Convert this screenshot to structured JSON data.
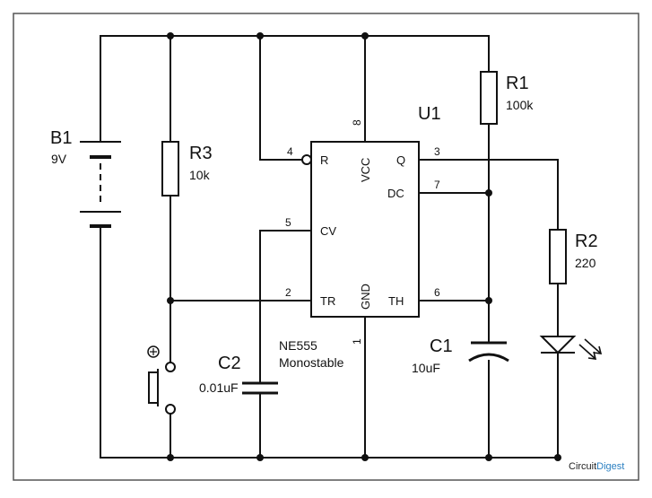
{
  "battery": {
    "ref": "B1",
    "value": "9V"
  },
  "ic": {
    "ref": "U1",
    "part": "NE555",
    "mode": "Monostable",
    "pins": {
      "reset": {
        "num": "4",
        "name": "R"
      },
      "vcc": {
        "num": "8",
        "name": "VCC"
      },
      "q": {
        "num": "3",
        "name": "Q"
      },
      "dc": {
        "num": "7",
        "name": "DC"
      },
      "cv": {
        "num": "5",
        "name": "CV"
      },
      "tr": {
        "num": "2",
        "name": "TR"
      },
      "gnd": {
        "num": "1",
        "name": "GND"
      },
      "th": {
        "num": "6",
        "name": "TH"
      }
    }
  },
  "resistors": {
    "r1": {
      "ref": "R1",
      "value": "100k"
    },
    "r2": {
      "ref": "R2",
      "value": "220"
    },
    "r3": {
      "ref": "R3",
      "value": "10k"
    }
  },
  "capacitors": {
    "c1": {
      "ref": "C1",
      "value": "10uF"
    },
    "c2": {
      "ref": "C2",
      "value": "0.01uF"
    }
  },
  "watermark": {
    "part1": "Circuit",
    "part2": "Digest"
  },
  "colors": {
    "wire": "#111111",
    "background": "#ffffff",
    "border": "#555555",
    "watermark_accent": "#2a7fc1"
  }
}
